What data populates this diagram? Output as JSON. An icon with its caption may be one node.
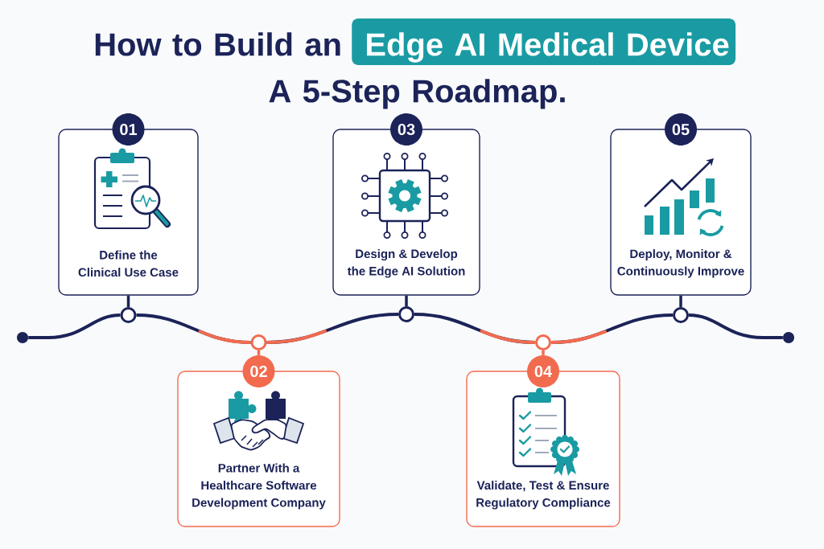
{
  "diagram": {
    "title": "How to Build an **Edge AI Medical Device** A 5-Step Roadmap.",
    "nodes": [
      {
        "text": [
          "01"
        ]
      },
      {
        "text": [
          "Define the Clinical Use Case"
        ]
      },
      {
        "text": [
          "03"
        ]
      },
      {
        "text": [
          "Design & Develop the Edge AI Solution"
        ]
      },
      {
        "text": [
          "05"
        ]
      },
      {
        "text": [
          "Deploy, Monitor & Continuously Improve"
        ]
      },
      {
        "text": [],
        "shape": "circle"
      },
      {
        "text": [],
        "shape": "circle"
      },
      {
        "text": [],
        "shape": "circle"
      },
      {
        "text": [],
        "shape": "circle"
      },
      {
        "text": [],
        "shape": "circle"
      },
      {
        "text": [],
        "shape": "circle"
      },
      {
        "text": [],
        "shape": "circle"
      },
      {
        "text": [
          "02"
        ]
      },
      {
        "text": [
          "Partner With a Healthcare Software Development Company"
        ]
      },
      {
        "text": [
          "04"
        ]
      },
      {
        "text": [
          "Validate, Test & Ensure Regulatory Compliance"
        ]
      }
    ],
    "edges": [
      {
        "from": 1,
        "to": 7,
        "arrow": "none"
      },
      {
        "from": 3,
        "to": 9,
        "arrow": "none"
      },
      {
        "from": 5,
        "to": 11,
        "arrow": "none"
      },
      {
        "from": 6,
        "to": 7,
        "arrow": "none"
      },
      {
        "from": 7,
        "to": 8,
        "arrow": "none"
      },
      {
        "from": 9,
        "to": 8,
        "arrow": "none"
      },
      {
        "from": 9,
        "to": 10,
        "arrow": "none"
      },
      {
        "from": 11,
        "to": 10,
        "arrow": "none"
      },
      {
        "from": 11,
        "to": 12,
        "arrow": "none"
      },
      {
        "from": 8,
        "to": 13,
        "arrow": "none",
        "color": "#f26b4f"
      },
      {
        "from": 10,
        "to": 15,
        "arrow": "none",
        "color": "#f26b4f"
      }
    ]
  }
}
